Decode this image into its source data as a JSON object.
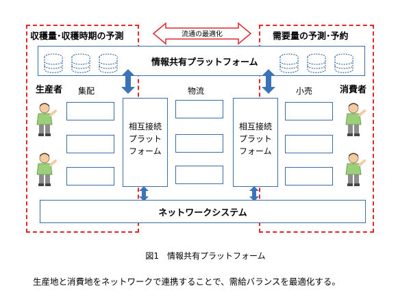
{
  "regions": {
    "left_label": "収穫量･収穫時期の予測",
    "right_label": "需要量の予測･予約"
  },
  "top_arrow_label": "流通の最適化",
  "platform_bar_label": "情報共有プラットフォーム",
  "network_bar_label": "ネットワークシステム",
  "roles": {
    "producer": "生産者",
    "consumer": "消費者"
  },
  "columns": {
    "collect": "集配",
    "logistics": "物流",
    "retail": "小売"
  },
  "interconnect": {
    "left": [
      "相互接続",
      "プラット",
      "フォーム"
    ],
    "right": [
      "相互接続",
      "プラット",
      "フォーム"
    ]
  },
  "figure_caption": "図1　情報共有プラットフォーム",
  "description": "生産地と消費地をネットワークで連携することで、需給バランスを最適化する。",
  "colors": {
    "dashed_region": "#e0262b",
    "box_border": "#3b6aa6",
    "arrow_fill": "#3b73b8"
  }
}
